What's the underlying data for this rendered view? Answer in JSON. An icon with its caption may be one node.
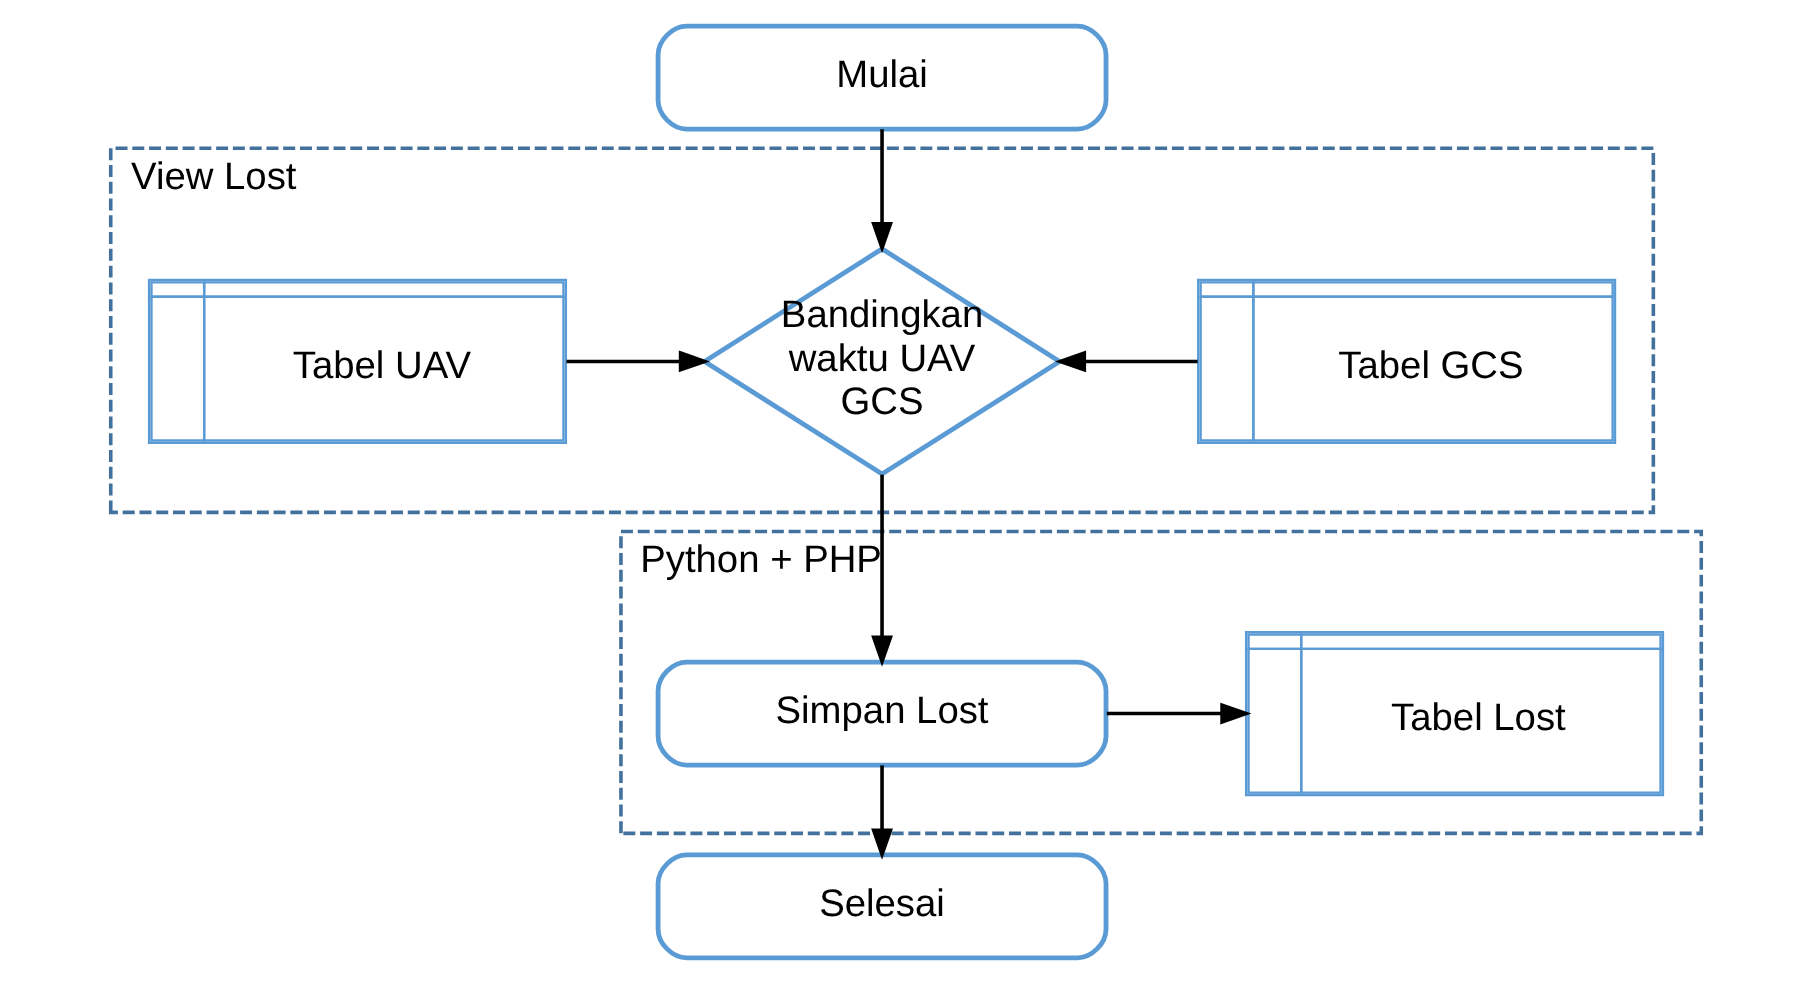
{
  "diagram": {
    "nodes": [
      {
        "text": [
          "Mulai"
        ]
      },
      {
        "text": [
          "View Lost"
        ]
      },
      {
        "text": [
          "Tabel UAV"
        ],
        "in": 1
      },
      {
        "text": [
          "Bandingkan waktu UAV GCS"
        ],
        "in": 1
      },
      {
        "text": [
          "Tabel GCS"
        ],
        "in": 1
      },
      {
        "text": [
          "Python + PHP"
        ]
      },
      {
        "text": [
          "Simpan Lost"
        ],
        "in": 5
      },
      {
        "text": [
          "Tabel Lost"
        ],
        "in": 5
      },
      {
        "text": [
          "Selesai"
        ]
      }
    ],
    "edges": [
      {
        "from": 0,
        "to": 3,
        "arrow": "to"
      },
      {
        "from": 2,
        "to": 3,
        "arrow": "to"
      },
      {
        "from": 4,
        "to": 3,
        "arrow": "to"
      },
      {
        "from": 3,
        "to": 6,
        "arrow": "to"
      },
      {
        "from": 6,
        "to": 7,
        "arrow": "to"
      },
      {
        "from": 6,
        "to": 8,
        "arrow": "to"
      }
    ]
  }
}
